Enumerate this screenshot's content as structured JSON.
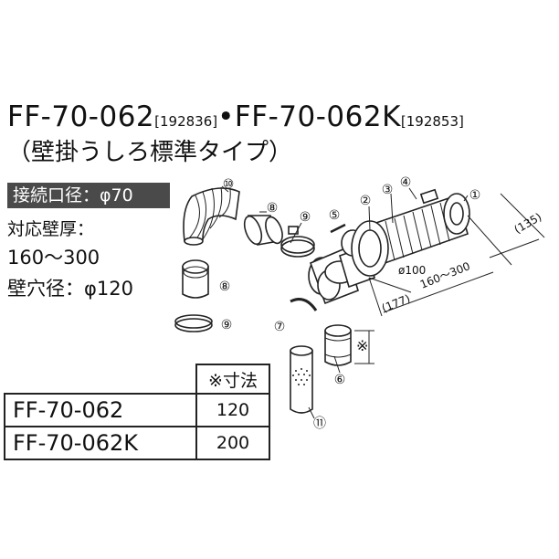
{
  "title": {
    "model1": "FF-70-062",
    "code1": "[192836]",
    "separator": "•",
    "model2": "FF-70-062K",
    "code2": "[192853]"
  },
  "subtitle": "（壁掛うしろ標準タイプ）",
  "badge": "接続口径：φ70",
  "specs": {
    "wall_label": "対応壁厚：",
    "wall_range": "160～300",
    "hole": "壁穴径：φ120"
  },
  "table": {
    "header": "※寸法",
    "rows": [
      {
        "model": "FF-70-062",
        "value": "120"
      },
      {
        "model": "FF-70-062K",
        "value": "200"
      }
    ]
  },
  "diagram": {
    "parts": [
      "①",
      "②",
      "③",
      "④",
      "⑤",
      "⑥",
      "⑦",
      "⑧",
      "⑧",
      "⑨",
      "⑨",
      "⑩",
      "⑪"
    ],
    "dims": {
      "d135": "(135)",
      "d160_300": "160～300",
      "d177": "(177)",
      "phi100": "ø100",
      "mark": "※"
    }
  },
  "colors": {
    "line": "#222222",
    "badge_bg": "#4a4a4a",
    "part_fill": "#ffffff"
  }
}
